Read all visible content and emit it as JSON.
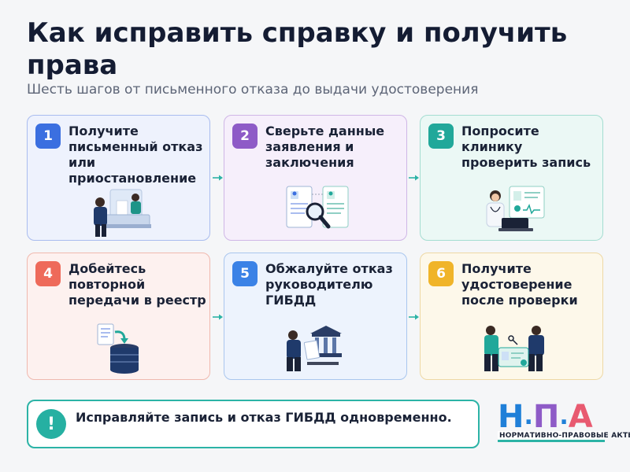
{
  "header": {
    "title": "Как исправить справку и получить права",
    "subtitle": "Шесть шагов от письменного отказа до выдачи удостоверения"
  },
  "steps": [
    {
      "number": "1",
      "text": "Получите письменный отказ или приостановление",
      "color": "#3b6fe0",
      "icon": "office-desk-icon"
    },
    {
      "number": "2",
      "text": "Сверьте данные заявления и заключения",
      "color": "#8e5bc7",
      "icon": "documents-magnifier-icon"
    },
    {
      "number": "3",
      "text": "Попросите клинику проверить запись",
      "color": "#21a89a",
      "icon": "doctor-laptop-icon"
    },
    {
      "number": "4",
      "text": "Добейтесь повторной передачи в реестр",
      "color": "#ee6a5a",
      "icon": "database-upload-icon"
    },
    {
      "number": "5",
      "text": "Обжалуйте отказ руководителю ГИБДД",
      "color": "#3b82e6",
      "icon": "appeal-building-icon"
    },
    {
      "number": "6",
      "text": "Получите удостоверение после проверки",
      "color": "#f0b429",
      "icon": "license-handover-icon"
    }
  ],
  "notice": {
    "icon": "!",
    "text": "Исправляйте запись и отказ ГИБДД одновременно."
  },
  "logo": {
    "letter1": "Н",
    "letter2": "П",
    "letter3": "А",
    "dot": ".",
    "caption": "НОРМАТИВНО-ПРАВОВЫЕ АКТЫ"
  },
  "colors": {
    "accent": "#2cb3a6",
    "title": "#141c33",
    "subtitle": "#5d6577"
  }
}
